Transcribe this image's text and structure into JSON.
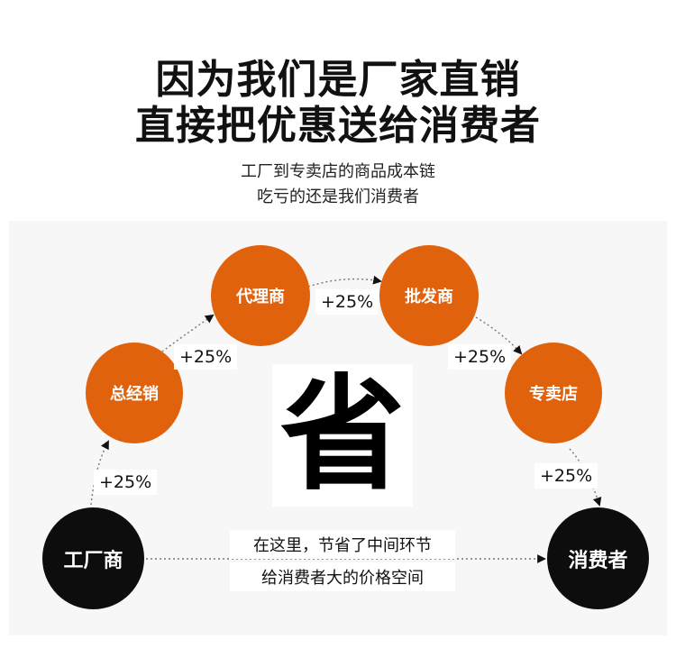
{
  "header": {
    "title_line1": "因为我们是厂家直销",
    "title_line2": "直接把优惠送给消费者",
    "subtitle_line1": "工厂到专卖店的商品成本链",
    "subtitle_line2": "吃亏的还是我们消费者"
  },
  "diagram": {
    "nodes": {
      "factory": "工厂商",
      "distributor": "总经销",
      "agent": "代理商",
      "wholesaler": "批发商",
      "store": "专卖店",
      "consumer": "消费者"
    },
    "markups": {
      "factory_to_distributor": "+25%",
      "distributor_to_agent": "+25%",
      "agent_to_wholesaler": "+25%",
      "wholesaler_to_store": "+25%",
      "store_to_consumer": "+25%"
    },
    "center_character": "省",
    "savings_note_line1": "在这里，节省了中间环节",
    "savings_note_line2": "给消费者大的价格空间"
  },
  "colors": {
    "orange": "#e0620d",
    "black": "#0d0d0d",
    "panel_bg": "#f7f7f7"
  }
}
